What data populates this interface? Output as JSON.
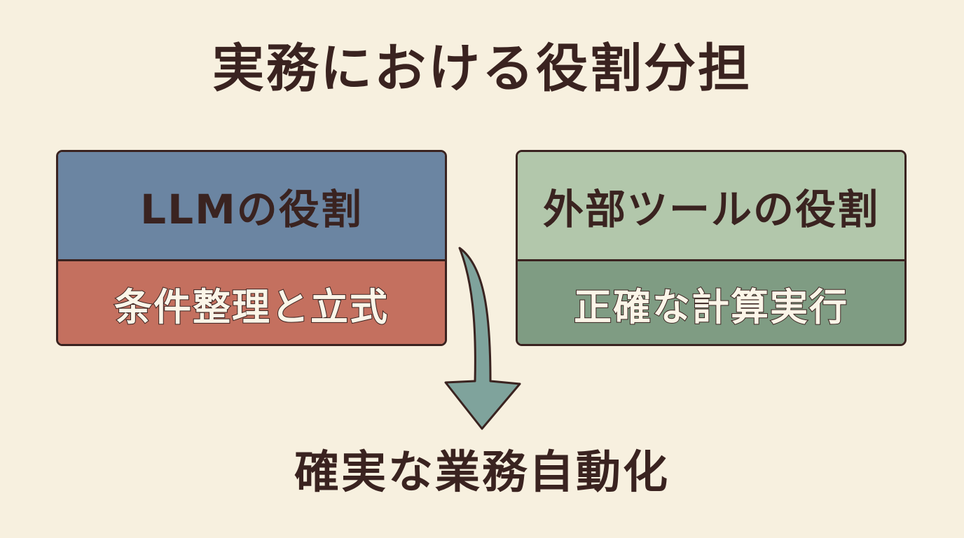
{
  "title": "実務における役割分担",
  "left_box": {
    "heading": "LLMの役割",
    "body": "条件整理と立式"
  },
  "right_box": {
    "heading": "外部ツールの役割",
    "body": "正確な計算実行"
  },
  "result": "確実な業務自動化",
  "colors": {
    "background": "#f7f0df",
    "text": "#3a2320",
    "left_head": "#6b85a2",
    "left_body": "#c4705f",
    "right_head": "#b2c7ab",
    "right_body": "#7f9c83",
    "arrow": "#7fa39c"
  },
  "icons": {
    "arrow": "curved-down-arrow-icon"
  }
}
